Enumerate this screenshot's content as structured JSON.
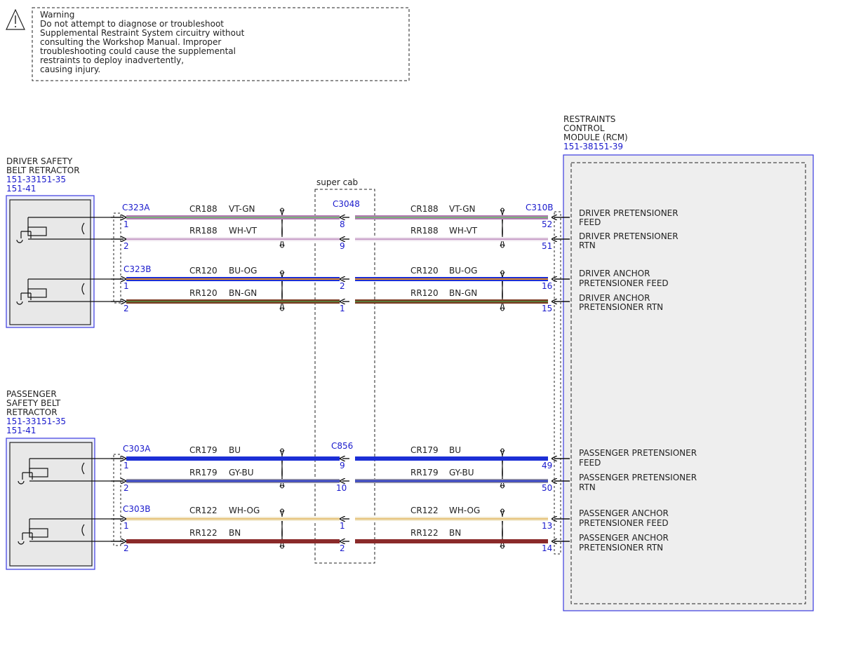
{
  "warning": {
    "lines": [
      "Warning",
      "Do not attempt to diagnose or troubleshoot",
      "Supplemental Restraint System circuitry without",
      "consulting the Workshop Manual. Improper",
      "troubleshooting could cause the supplemental",
      "restraints to deploy inadvertently,",
      "causing injury."
    ]
  },
  "driver_retractor": {
    "title_lines": [
      "DRIVER SAFETY",
      "BELT RETRACTOR"
    ],
    "refs": [
      "151-33151-35",
      "151-41"
    ]
  },
  "passenger_retractor": {
    "title_lines": [
      "PASSENGER",
      "SAFETY BELT",
      "RETRACTOR"
    ],
    "refs": [
      "151-33151-35",
      "151-41"
    ]
  },
  "rcm": {
    "title_lines": [
      "RESTRAINTS",
      "CONTROL",
      "MODULE (RCM)"
    ],
    "ref": "151-38151-39",
    "connector": "C310B"
  },
  "super_cab": {
    "label": "super cab",
    "connector_top": "C3048",
    "connector_bottom": "C856"
  },
  "left_connectors": {
    "c323a": "C323A",
    "c323b": "C323B",
    "c303a": "C303A",
    "c303b": "C303B"
  },
  "circuits": [
    {
      "left_pin": "1",
      "circuit": "CR188",
      "color": "VT-GN",
      "mid_pin": "8",
      "rcm_pin": "52",
      "func": [
        "DRIVER PRETENSIONER",
        "FEED"
      ]
    },
    {
      "left_pin": "2",
      "circuit": "RR188",
      "color": "WH-VT",
      "mid_pin": "9",
      "rcm_pin": "51",
      "func": [
        "DRIVER PRETENSIONER",
        "RTN"
      ]
    },
    {
      "left_pin": "1",
      "circuit": "CR120",
      "color": "BU-OG",
      "mid_pin": "2",
      "rcm_pin": "16",
      "func": [
        "DRIVER ANCHOR",
        "PRETENSIONER FEED"
      ]
    },
    {
      "left_pin": "2",
      "circuit": "RR120",
      "color": "BN-GN",
      "mid_pin": "1",
      "rcm_pin": "15",
      "func": [
        "DRIVER ANCHOR",
        "PRETENSIONER RTN"
      ]
    },
    {
      "left_pin": "1",
      "circuit": "CR179",
      "color": "BU",
      "mid_pin": "9",
      "rcm_pin": "49",
      "func": [
        "PASSENGER PRETENSIONER",
        "FEED"
      ]
    },
    {
      "left_pin": "2",
      "circuit": "RR179",
      "color": "GY-BU",
      "mid_pin": "10",
      "rcm_pin": "50",
      "func": [
        "PASSENGER PRETENSIONER",
        "RTN"
      ]
    },
    {
      "left_pin": "1",
      "circuit": "CR122",
      "color": "WH-OG",
      "mid_pin": "1",
      "rcm_pin": "13",
      "func": [
        "PASSENGER ANCHOR",
        "PRETENSIONER FEED"
      ]
    },
    {
      "left_pin": "2",
      "circuit": "RR122",
      "color": "BN",
      "mid_pin": "2",
      "rcm_pin": "14",
      "func": [
        "PASSENGER ANCHOR",
        "PRETENSIONER RTN"
      ]
    }
  ],
  "wire_colors": {
    "VT-GN": [
      "#b07ab0",
      "#7ab07a"
    ],
    "WH-VT": [
      "#f0e8f0",
      "#c9a0c9"
    ],
    "BU-OG": [
      "#1c2fd6",
      "#e08a2a"
    ],
    "BN-GN": [
      "#7a3a22",
      "#5a7a3a"
    ],
    "BU": [
      "#1c2fd6",
      "#1c2fd6"
    ],
    "GY-BU": [
      "#8a8aa8",
      "#2a3ac8"
    ],
    "WH-OG": [
      "#f2ead0",
      "#e6c27a"
    ],
    "BN": [
      "#8a2a2a",
      "#8a2a2a"
    ]
  }
}
